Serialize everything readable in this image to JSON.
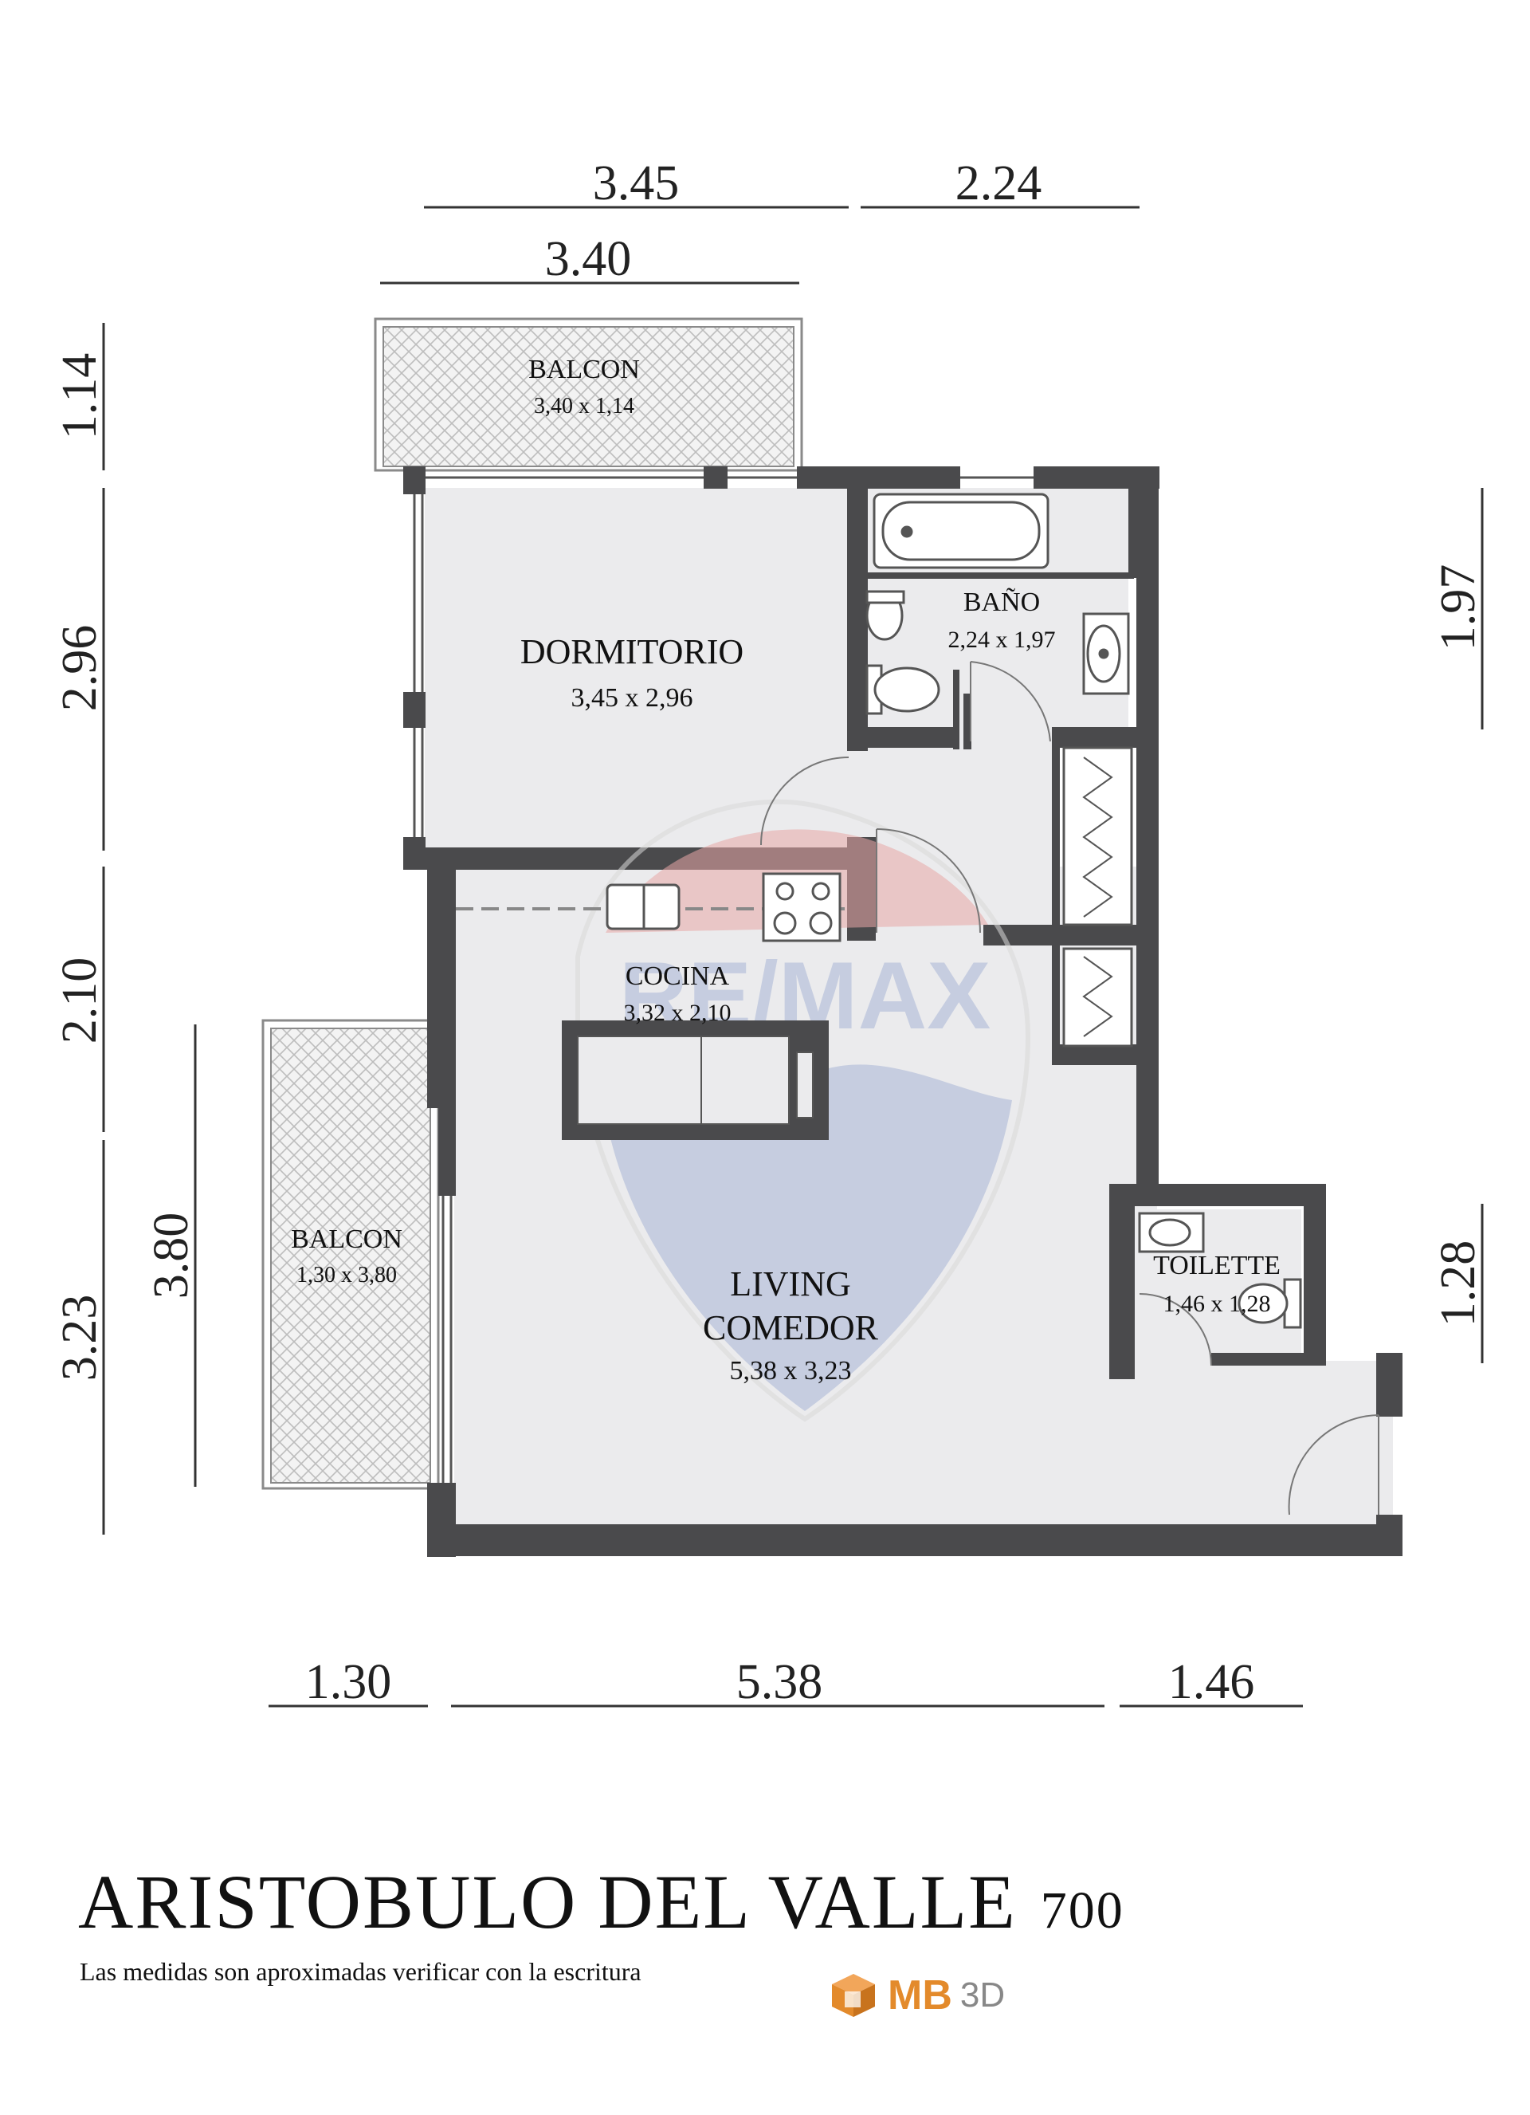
{
  "plan": {
    "rooms": [
      {
        "id": "balcon-top",
        "name": "BALCON",
        "size": "3,40 x 1,14"
      },
      {
        "id": "dormitorio",
        "name": "DORMITORIO",
        "size": "3,45 x 2,96"
      },
      {
        "id": "bano",
        "name": "BAÑO",
        "size": "2,24 x 1,97"
      },
      {
        "id": "cocina",
        "name": "COCINA",
        "size": "3,32 x 2,10"
      },
      {
        "id": "balcon-left",
        "name": "BALCON",
        "size": "1,30 x 3,80"
      },
      {
        "id": "living",
        "name": "LIVING",
        "name2": "COMEDOR",
        "size": "5,38 x 3,23"
      },
      {
        "id": "toilette",
        "name": "TOILETTE",
        "size": "1,46 x 1,28"
      }
    ],
    "dimensions": {
      "top_1": "3.45",
      "top_2": "2.24",
      "top_3": "3.40",
      "left_1": "1.14",
      "left_2": "2.96",
      "left_3": "2.10",
      "left_4": "3.23",
      "left_inner": "3.80",
      "right_1": "1.97",
      "right_2": "1.28",
      "bottom_1": "1.30",
      "bottom_2": "5.38",
      "bottom_3": "1.46"
    },
    "watermark": "RE/MAX"
  },
  "footer": {
    "title": "ARISTOBULO DEL VALLE",
    "number": "700",
    "note": "Las medidas son aproximadas verificar con la escritura",
    "logo_mb": "MB",
    "logo_3d": "3D"
  },
  "colors": {
    "wall": "#4a4a4c",
    "floor": "#ebebed",
    "watermark_red": "#e8a8a8",
    "watermark_blue": "#a9b6d6",
    "logo_orange": "#e38a2b"
  }
}
